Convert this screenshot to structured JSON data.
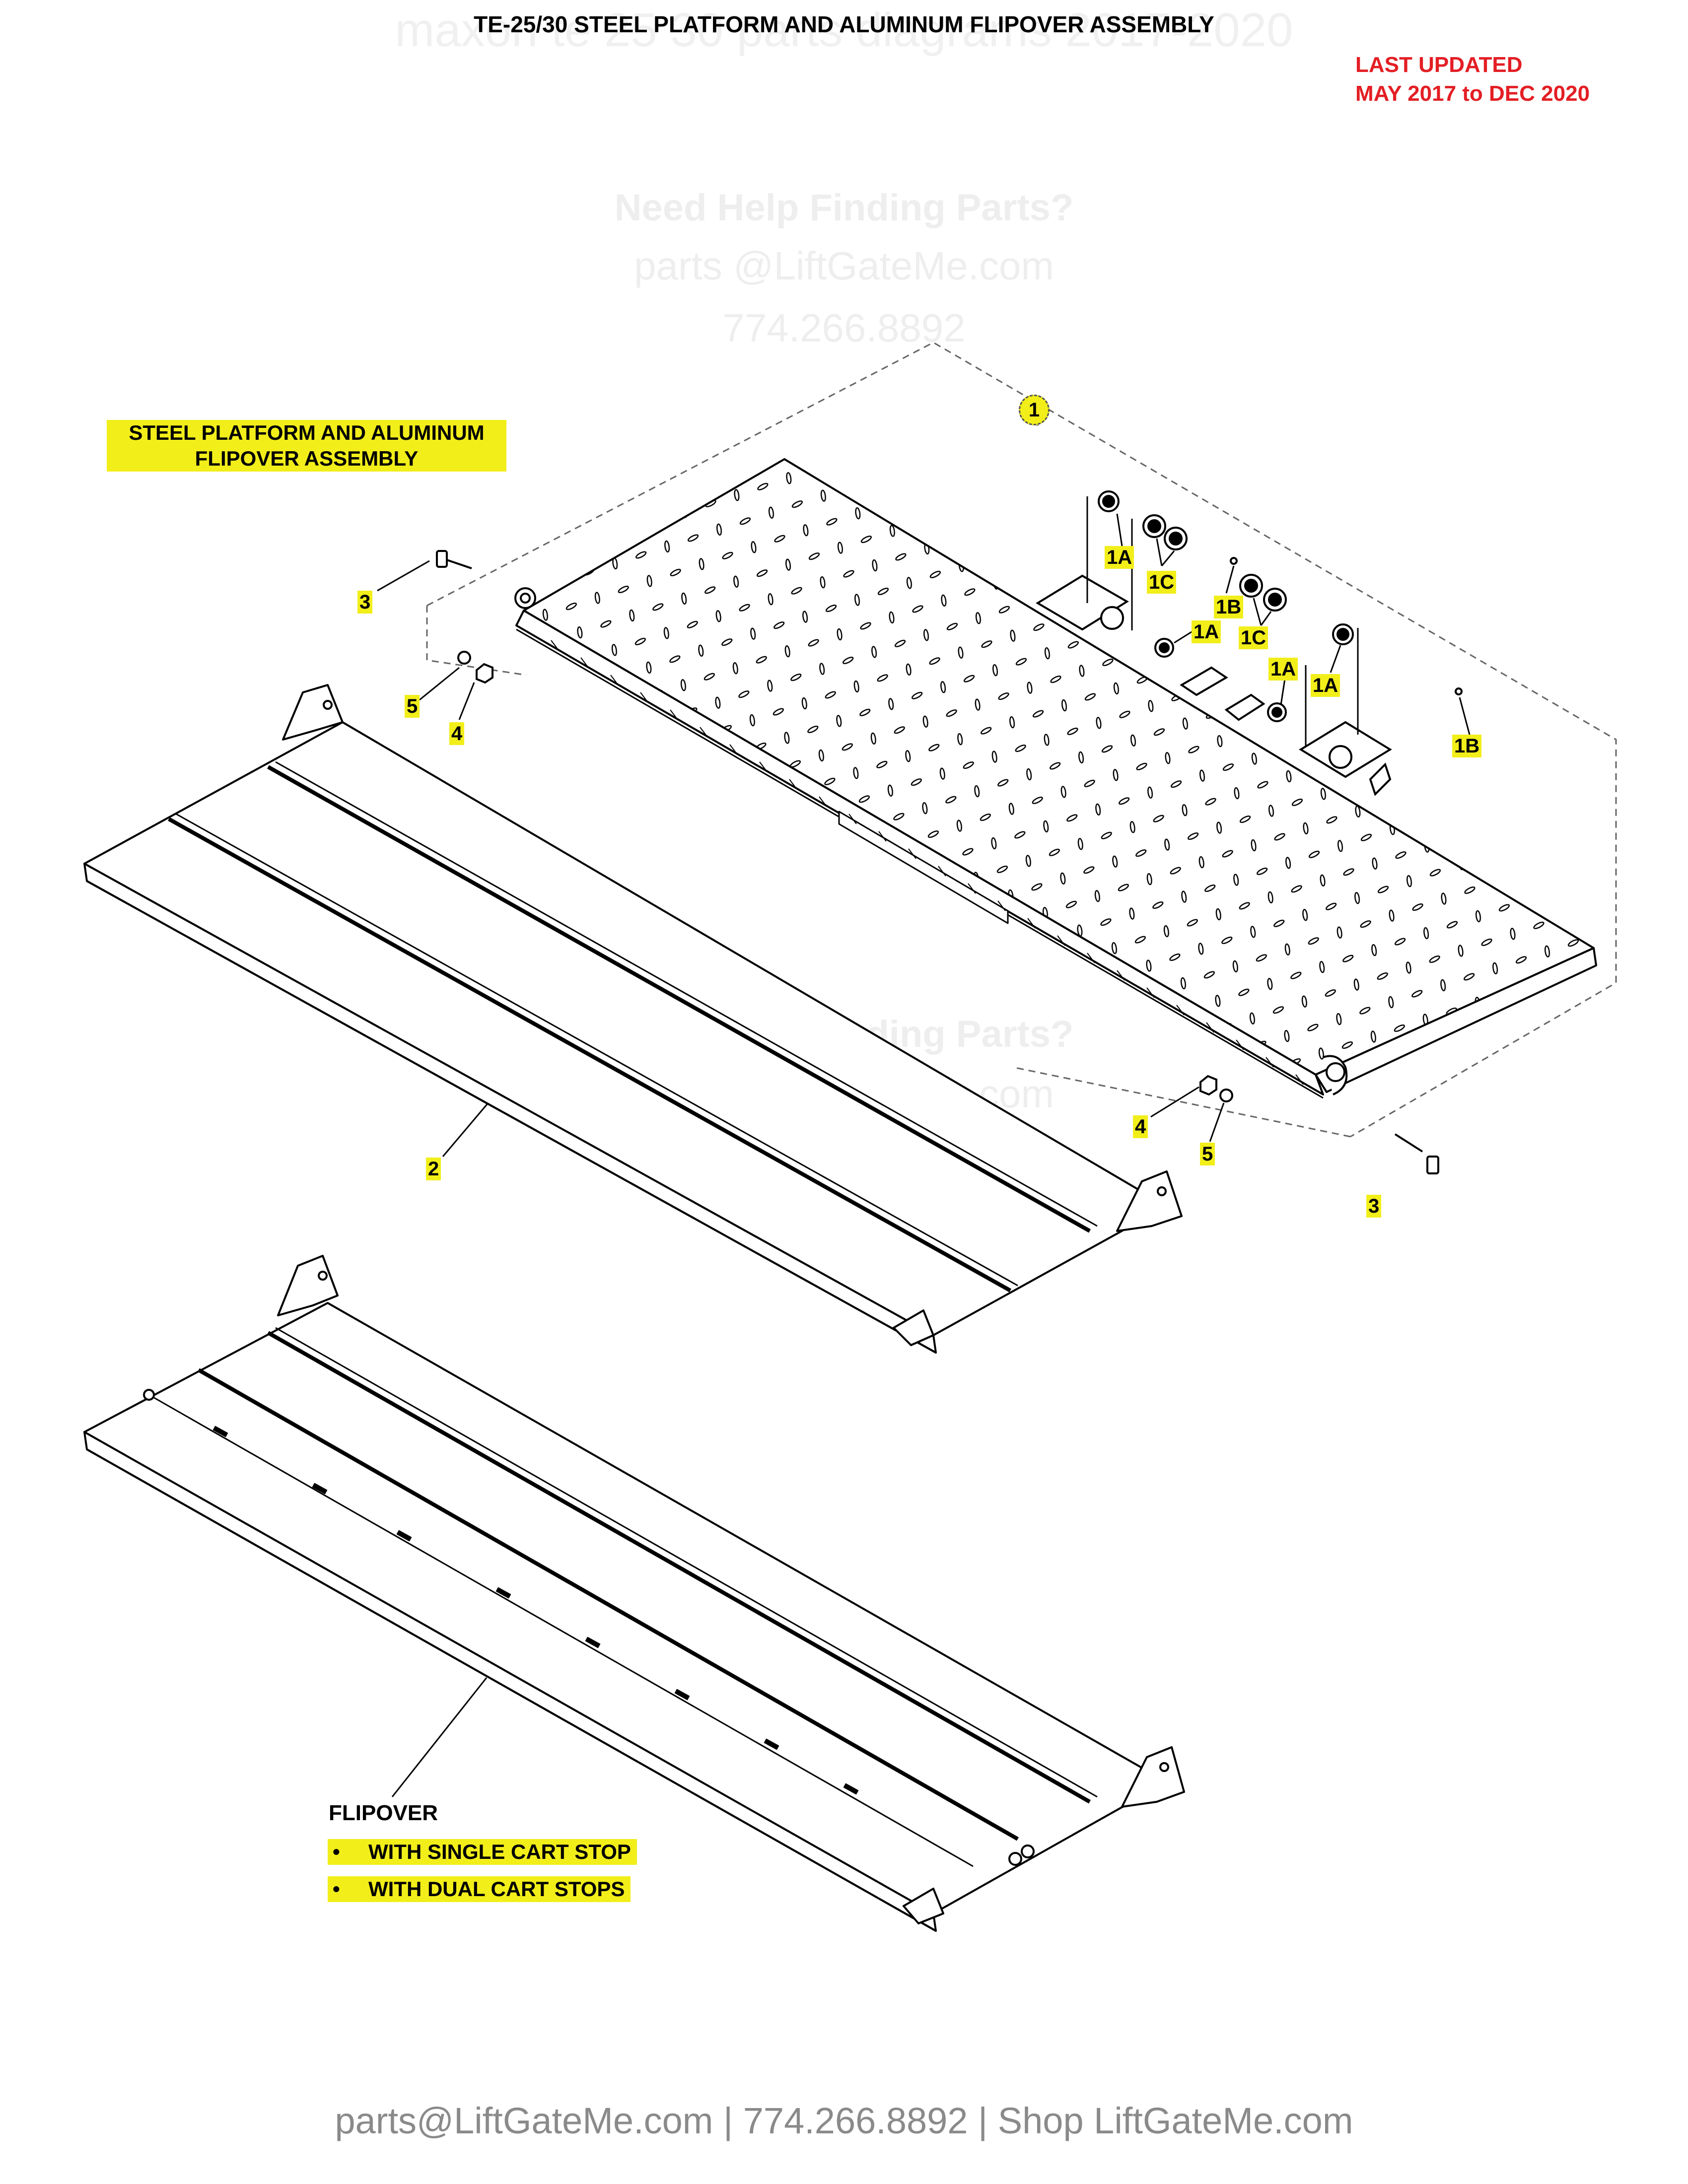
{
  "watermark": {
    "top": "maxon te 25 30 parts diagrams 2017-2020",
    "help_title": "Need Help Finding Parts?",
    "help_email": "parts @LiftGateMe.com",
    "help_phone": "774.266.8892"
  },
  "header": {
    "title": "TE-25/30 STEEL PLATFORM AND ALUMINUM FLIPOVER ASSEMBLY",
    "updated_line1": "LAST UPDATED",
    "updated_line2": "MAY 2017 to DEC 2020"
  },
  "assembly_label": {
    "line1": "STEEL PLATFORM AND ALUMINUM",
    "line2": "FLIPOVER ASSEMBLY"
  },
  "callouts": {
    "c1": "1",
    "c1a_1": "1A",
    "c1c_1": "1C",
    "c1b_1": "1B",
    "c1a_2": "1A",
    "c1c_2": "1C",
    "c1a_3": "1A",
    "c1a_4": "1A",
    "c1b_2": "1B",
    "c3_left": "3",
    "c5_left": "5",
    "c4_left": "4",
    "c2": "2",
    "c4_right": "4",
    "c5_right": "5",
    "c3_right": "3"
  },
  "flipover": {
    "title": "FLIPOVER",
    "bullet": "•",
    "item1": "WITH SINGLE CART STOP",
    "item2": "WITH DUAL CART STOPS"
  },
  "footer": {
    "text": "parts@LiftGateMe.com | 774.266.8892 | Shop LiftGateMe.com"
  }
}
